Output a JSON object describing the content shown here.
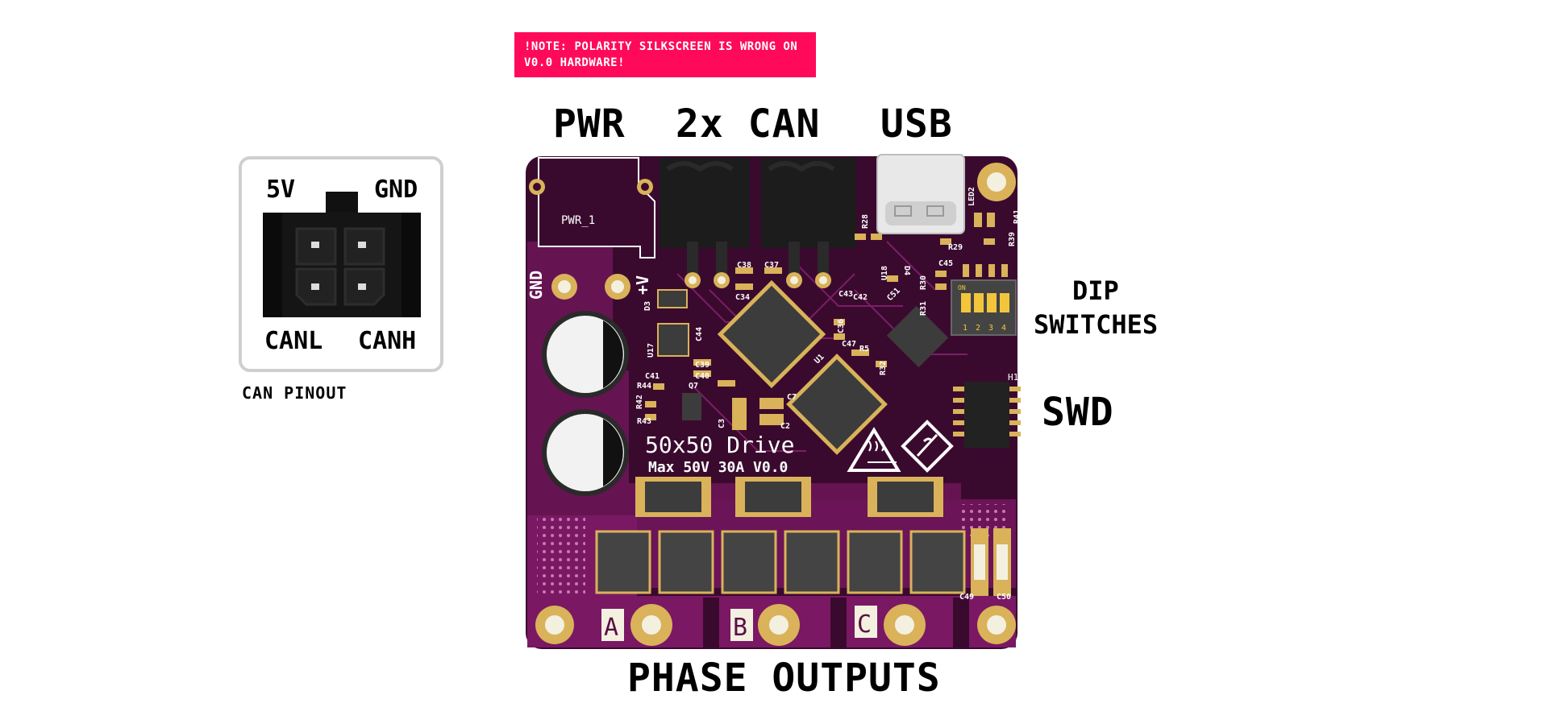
{
  "note": {
    "text": "!NOTE: POLARITY SILKSCREEN IS WRONG ON V0.0 HARDWARE!",
    "color": "#ff0a5a"
  },
  "header_labels": {
    "pwr": "PWR",
    "can": "2x CAN",
    "usb": "USB"
  },
  "side_labels": {
    "dip_line1": "DIP",
    "dip_line2": "SWITCHES",
    "swd": "SWD"
  },
  "bottom_label": "PHASE OUTPUTS",
  "can_pinout": {
    "caption": "CAN PINOUT",
    "pins": {
      "top_left": "5V",
      "top_right": "GND",
      "bottom_left": "CANL",
      "bottom_right": "CANH"
    }
  },
  "board": {
    "color": "#5a0f45",
    "accent": "#8a1b6e",
    "gold": "#d9b25a",
    "silkscreen": {
      "title": "50x50 Drive",
      "subtitle": "Max 50V 30A V0.0",
      "pwr_conn": "PWR_1",
      "gnd": "GND",
      "plus_v": "+V",
      "phase_a": "A",
      "phase_b": "B",
      "phase_c": "C",
      "h1": "H1",
      "on": "ON",
      "dip_nums": [
        "1",
        "2",
        "3",
        "4"
      ],
      "refs": [
        "R28",
        "LED2",
        "R41",
        "R29",
        "R39",
        "D4",
        "U18",
        "R30",
        "R31",
        "C45",
        "C43",
        "C51",
        "C38",
        "C37",
        "C34",
        "D3",
        "U17",
        "C44",
        "C36",
        "C47",
        "R5",
        "C39",
        "C40",
        "C41",
        "R44",
        "Q7",
        "R42",
        "R43",
        "C7",
        "C2",
        "C3",
        "C42",
        "C49",
        "C50",
        "U1",
        "R32"
      ]
    }
  }
}
